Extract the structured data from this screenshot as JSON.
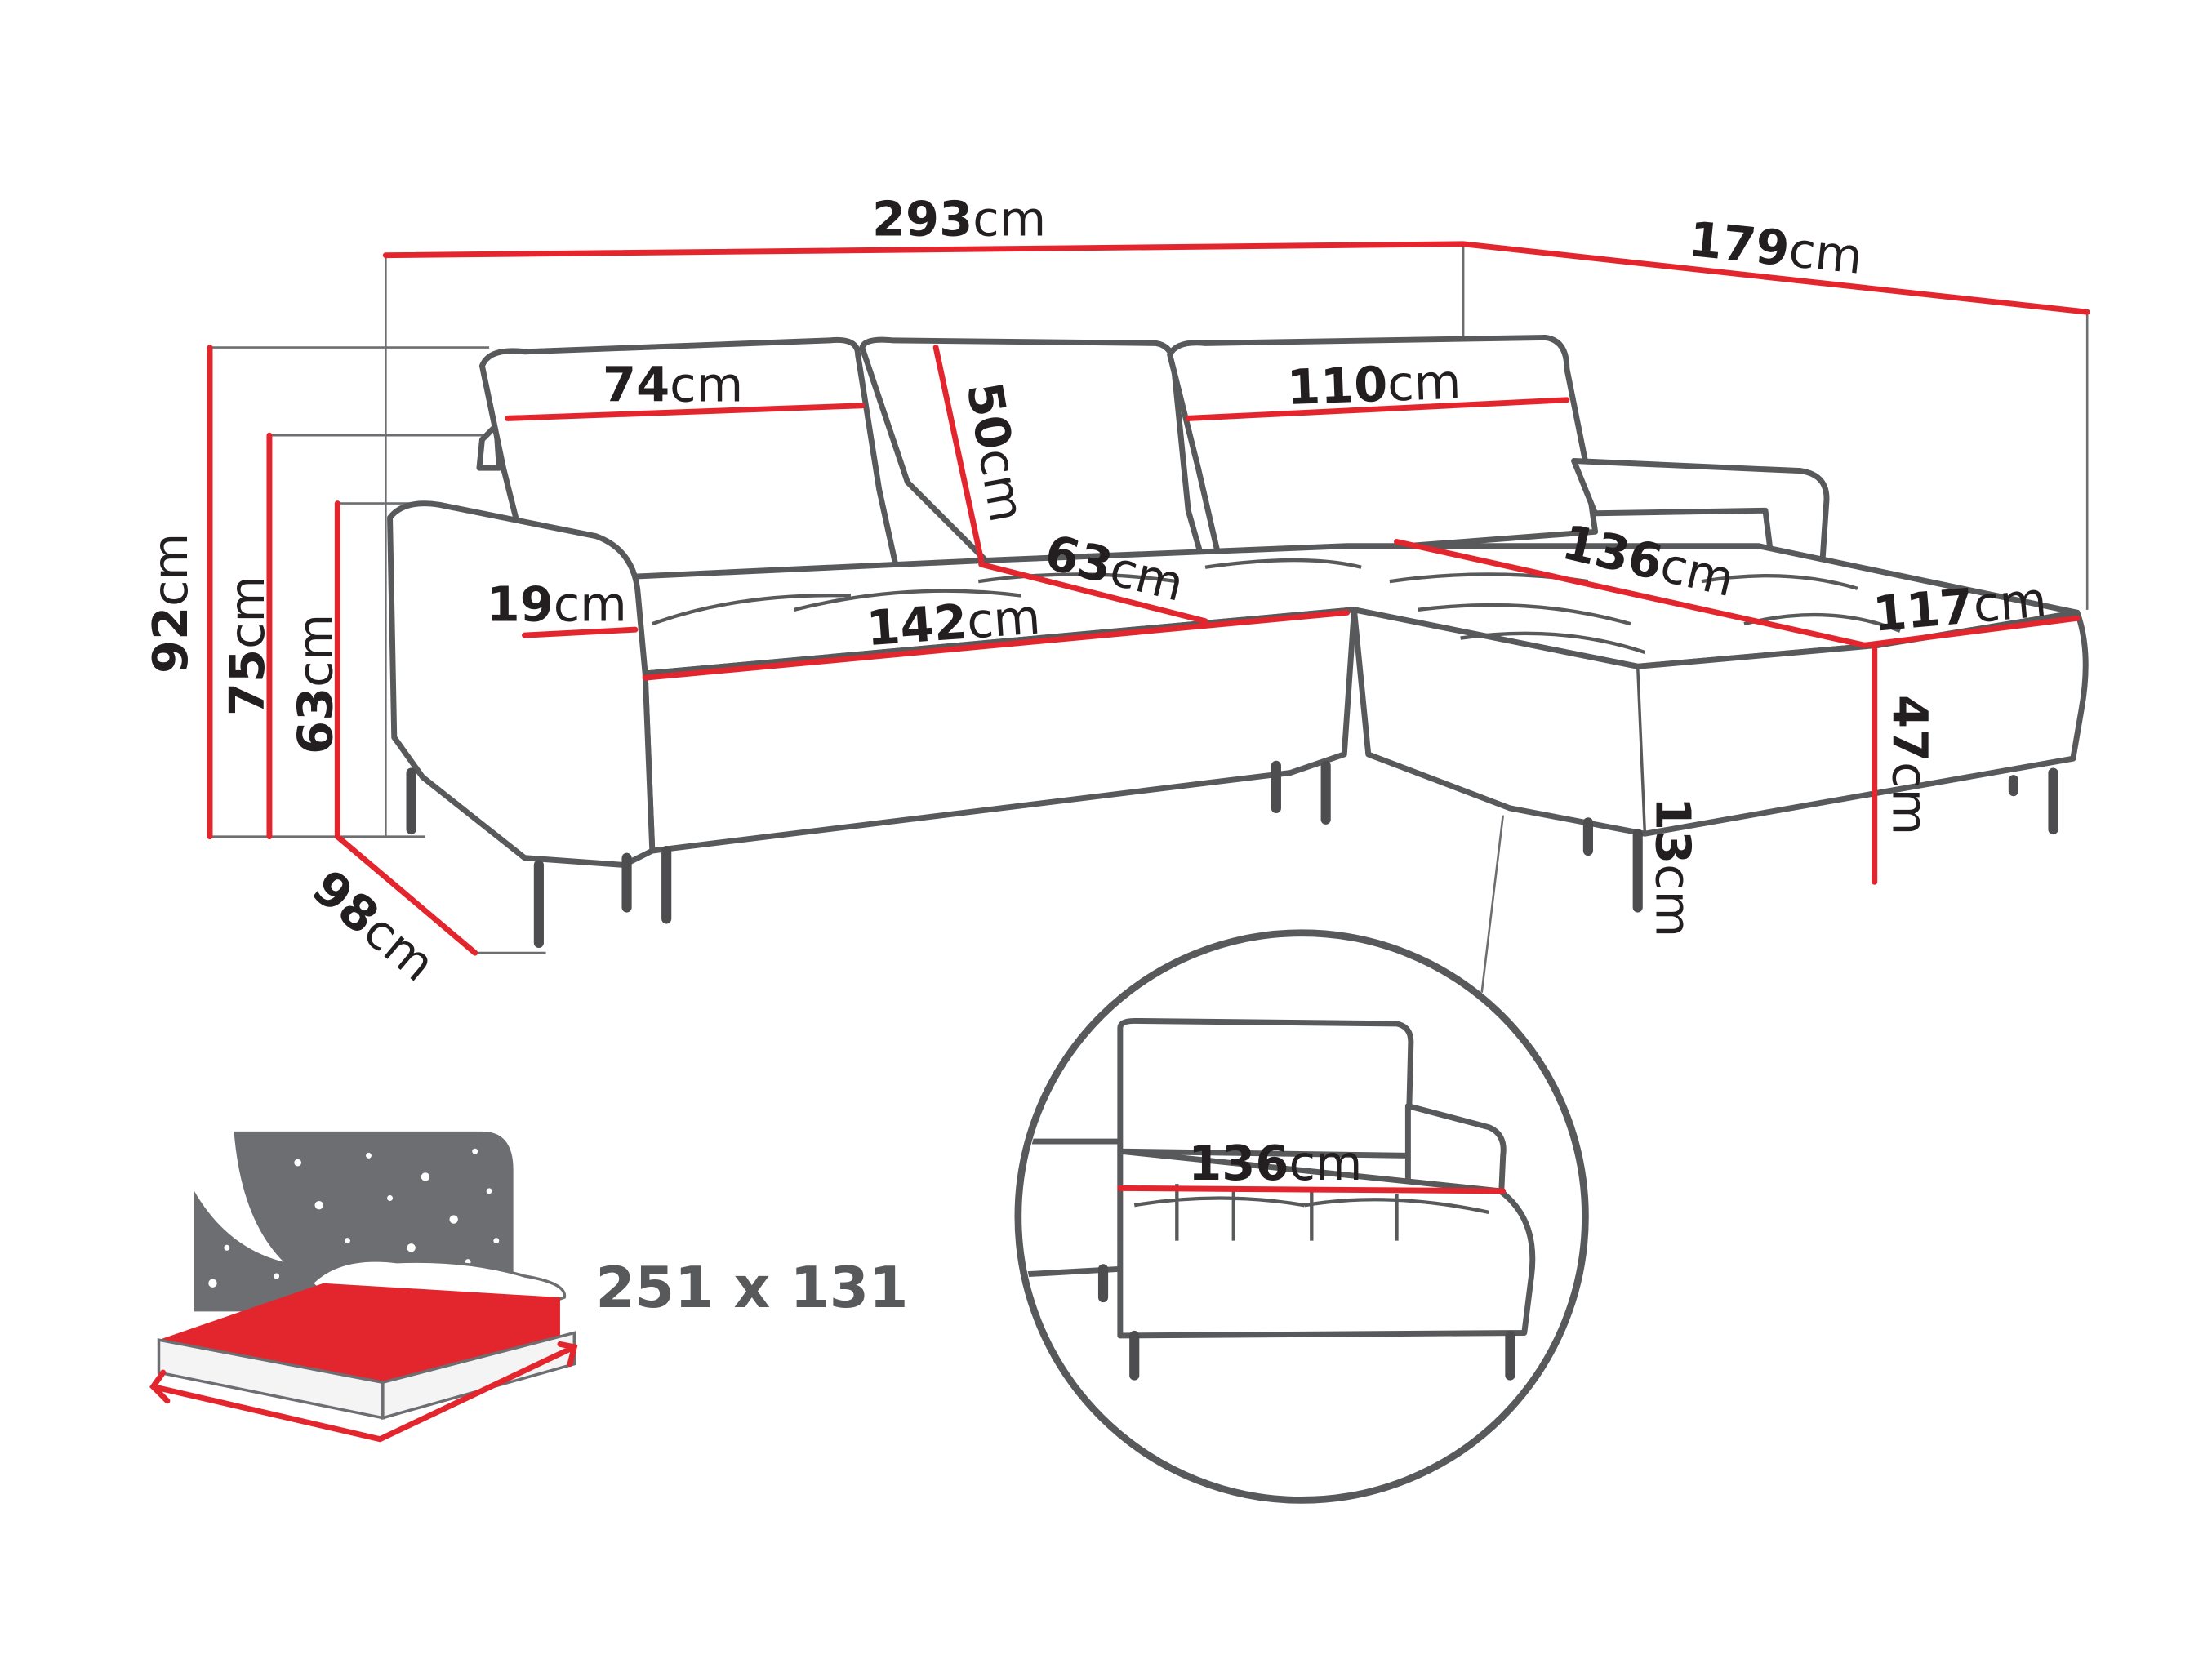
{
  "colors": {
    "dimension_line": "#e3262e",
    "outline": "#58595b",
    "sleep_icon_gray": "#6d6e71",
    "sheet_red": "#e3262e"
  },
  "dimensions": {
    "total_width": {
      "value": "293",
      "unit": "cm"
    },
    "chaise_depth": {
      "value": "179",
      "unit": "cm"
    },
    "total_height": {
      "value": "92",
      "unit": "cm"
    },
    "height_75": {
      "value": "75",
      "unit": "cm"
    },
    "armrest_height": {
      "value": "63",
      "unit": "cm"
    },
    "left_cushion_width": {
      "value": "74",
      "unit": "cm"
    },
    "cushion_height": {
      "value": "50",
      "unit": "cm"
    },
    "right_cushion_width": {
      "value": "110",
      "unit": "cm"
    },
    "armrest_width": {
      "value": "19",
      "unit": "cm"
    },
    "seat_width": {
      "value": "142",
      "unit": "cm"
    },
    "seat_depth": {
      "value": "63",
      "unit": "cm"
    },
    "chaise_length": {
      "value": "136",
      "unit": "cm"
    },
    "chaise_width": {
      "value": "117",
      "unit": "cm"
    },
    "seat_height": {
      "value": "47",
      "unit": "cm"
    },
    "leg_height": {
      "value": "13",
      "unit": "cm"
    },
    "sofa_depth": {
      "value": "98",
      "unit": "cm"
    },
    "inset_chaise_length": {
      "value": "136",
      "unit": "cm"
    }
  },
  "sleeping_area": {
    "icon": "bed-icon",
    "size": "251 x 131"
  }
}
